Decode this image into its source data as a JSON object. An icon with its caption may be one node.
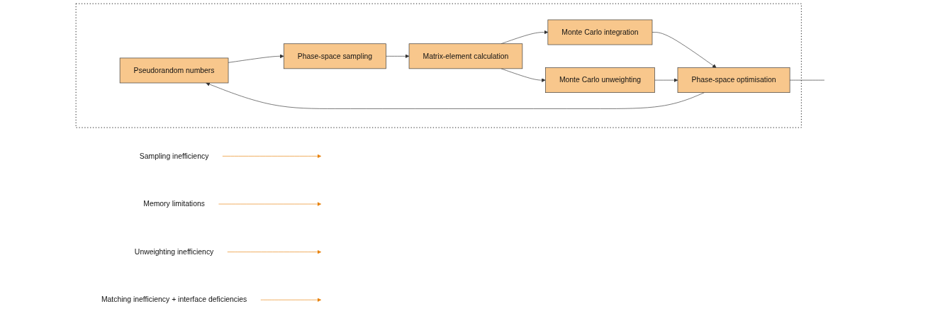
{
  "diagram": {
    "nodes": [
      {
        "text": [],
        "shape": "box"
      },
      {
        "text": [
          "Pseudorandom numbers"
        ],
        "in": 0
      },
      {
        "text": [
          "Phase-space sampling"
        ],
        "in": 0
      },
      {
        "text": [
          "Matrix-element calculation"
        ],
        "in": 0
      },
      {
        "text": [
          "Monte Carlo integration"
        ],
        "in": 0
      },
      {
        "text": [
          "Monte Carlo unweighting"
        ],
        "in": 0
      },
      {
        "text": [
          "Phase-space optimisation"
        ],
        "in": 0
      },
      {
        "text": [
          "Sampling inefficiency"
        ]
      },
      {
        "text": [
          "Memory limitations"
        ]
      },
      {
        "text": [
          "Unweighting inefficiency"
        ]
      },
      {
        "text": [
          "Matching inefficiency + interface deficiencies"
        ]
      }
    ],
    "edges": [
      {
        "from": 1,
        "to": 2,
        "arrow": "to"
      },
      {
        "from": 2,
        "to": 3,
        "arrow": "to"
      },
      {
        "from": 3,
        "to": 4,
        "arrow": "to"
      },
      {
        "from": 3,
        "to": 5,
        "arrow": "to"
      },
      {
        "from": 4,
        "to": 6,
        "arrow": "to"
      },
      {
        "from": 5,
        "to": 6,
        "arrow": "to"
      },
      {
        "from": 6,
        "to": 1,
        "arrow": "to"
      },
      {
        "from": 6,
        "to": null,
        "arrow": "none"
      },
      {
        "from": 7,
        "to": null,
        "arrow": "to",
        "color": "#e8820c"
      },
      {
        "from": 8,
        "to": null,
        "arrow": "to",
        "color": "#e8820c"
      },
      {
        "from": 9,
        "to": null,
        "arrow": "to",
        "color": "#e8820c"
      },
      {
        "from": 10,
        "to": null,
        "arrow": "to",
        "color": "#e8820c"
      }
    ]
  }
}
